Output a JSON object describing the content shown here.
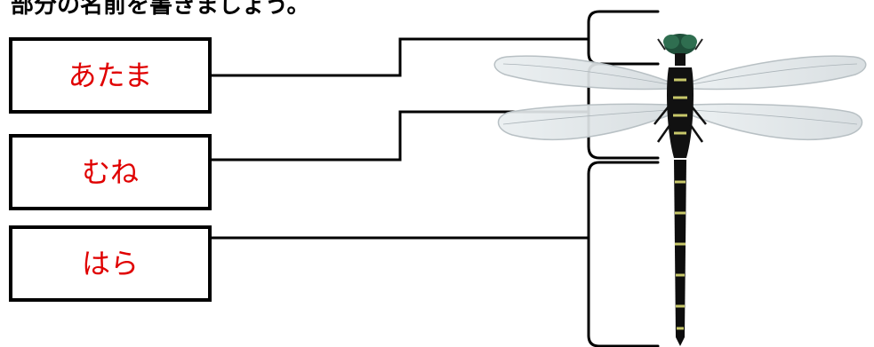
{
  "instruction": "部分の名前を書きましょう。",
  "labels": {
    "head": "あたま",
    "chest": "むね",
    "abdomen": "はら"
  },
  "colors": {
    "answer_text": "#e00000",
    "box_border": "#000000",
    "line": "#000000"
  },
  "image": {
    "subject": "dragonfly",
    "icon": "dragonfly-illustration"
  }
}
